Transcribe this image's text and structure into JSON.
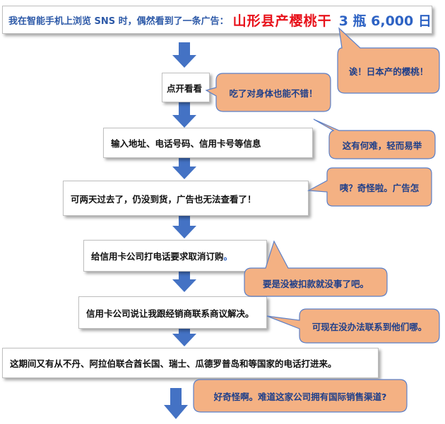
{
  "diagram": {
    "top": {
      "prefix": "我在智能手机上浏览 SNS 时，偶然看到了一条广告：",
      "product": "山形县产樱桃干",
      "quantity_price": "3 瓶 6,000 日"
    },
    "steps": [
      "点开看看",
      "输入地址、电话号码、信用卡号等信息",
      "可两天过去了，仍没到货，广告也无法查看了！",
      "给信用卡公司打电话要求取消订购",
      "信用卡公司说让我跟经销商联系商议解决。",
      "这期间又有从不丹、阿拉伯联合酋长国、瑞士、瓜德罗普岛和等国家的电话打进来。"
    ],
    "step4_tail": "。",
    "callouts": [
      "诶！日本产的樱桃！",
      "吃了对身体也能不错！",
      "这有何难，轻而易举",
      "咦？奇怪啦。广告怎",
      "要是没被扣款就没事了吧。",
      "可现在没办法联系到他们哪。",
      "好奇怪啊。难道这家公司拥有国际销售渠道?"
    ],
    "colors": {
      "arrow": "#4472c4",
      "callout_fill": "#f4b183",
      "callout_stroke": "#5b7fc7",
      "product_red": "#e8111a",
      "text_blue": "#2e5aa8"
    }
  }
}
